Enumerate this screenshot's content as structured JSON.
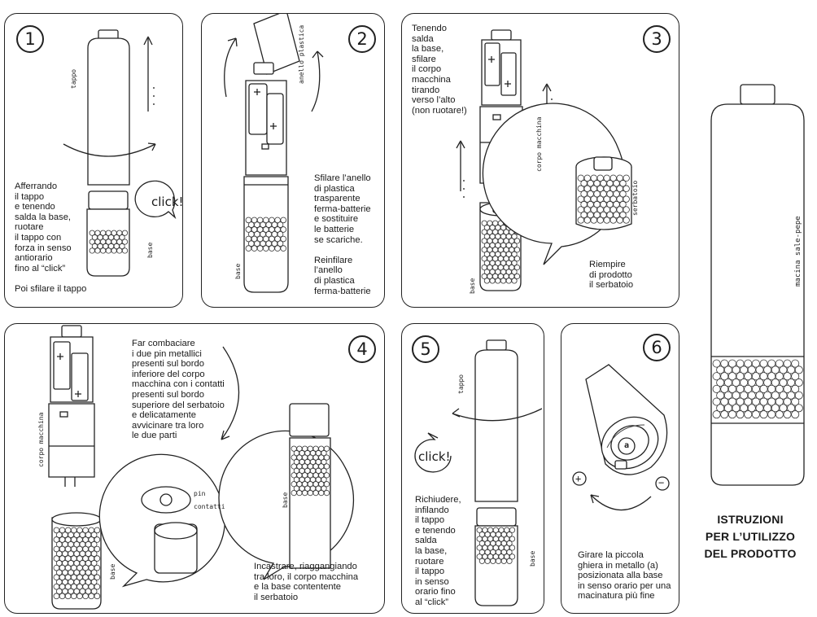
{
  "panels": {
    "p1": {
      "number": "1",
      "text": "Afferrando\nil tappo\ne tenendo\nsalda la base,\nruotare\nil tappo con\nforza in senso\nantiorario\nfino al “click”\n\nPoi sfilare il tappo",
      "label_top": "tappo",
      "label_bottom": "base",
      "click": "click!"
    },
    "p2": {
      "number": "2",
      "text": "Sfilare l’anello\ndi plastica\ntrasparente\nferma-batterie\ne sostituire\nle batterie\nse scariche.\n\nReinfilare\nl’anello\ndi plastica\nferma-batterie",
      "label_ring": "anello plastica",
      "label_bottom": "base"
    },
    "p3": {
      "number": "3",
      "text": "Tenendo\nsalda\nla base,\nsfilare\nil corpo\nmacchina\ntirando\nverso l’alto\n(non ruotare!)",
      "text2": "Riempire\ndi prodotto\nil serbatoio",
      "label_body": "corpo macchina",
      "label_tank": "serbatoio",
      "label_bottom": "base"
    },
    "p4": {
      "number": "4",
      "text": "Far combaciare\ni due pin metallici\npresenti sul bordo\ninferiore del corpo\nmacchina con i contatti\npresenti sul bordo\nsuperiore del serbatoio\ne delicatamente\navvicinare tra loro\nle due parti",
      "text2": "Incastrare, riaggangiando\ntra loro, il corpo macchina\ne la base contentente\nil serbatoio",
      "label_body": "corpo macchina",
      "label_pin": "pin",
      "label_contacts": "contatti",
      "label_base1": "base",
      "label_base2": "base"
    },
    "p5": {
      "number": "5",
      "text": "Richiudere,\ninfilando\nil tappo\ne tenendo\nsalda\nla base,\nruotare\nil tappo\nin senso\norario fino\nal “click”",
      "label_top": "tappo",
      "label_bottom": "base",
      "click": "click!"
    },
    "p6": {
      "number": "6",
      "text": "Girare la piccola\nghiera in metallo (a)\nposizionata alla base\nin senso orario per una\nmacinatura più fine",
      "knob": "a",
      "plus": "+",
      "minus": "−"
    }
  },
  "side": {
    "label": "macina sale-pepe"
  },
  "title": "ISTRUZIONI\nPER L’UTILIZZO\nDEL PRODOTTO"
}
